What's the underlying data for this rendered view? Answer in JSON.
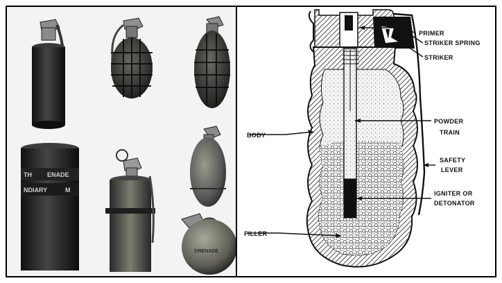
{
  "photos": {
    "canister_label_line1": "ENADE",
    "canister_label_line2": "NDIARY",
    "canister_label_line1_prefix": "TH",
    "canister_label_line2_suffix": "M",
    "ball_grenade_label": "GRENADE"
  },
  "diagram": {
    "labels": {
      "primer": "PRIMER",
      "striker_spring": "STRIKER SPRING",
      "striker": "STRIKER",
      "powder": "POWDER",
      "train": "TRAIN",
      "body": "BODY",
      "safety": "SAFETY",
      "lever": "LEVER",
      "igniter_or": "IGNITER OR",
      "detonator": "DETONATOR",
      "filler": "FILLER"
    }
  },
  "colors": {
    "ink": "#111111",
    "metal_dark": "#2a2a2a",
    "metal_mid": "#6b6b6b",
    "metal_light": "#bdbdbd",
    "olive": "#7a7a6a"
  }
}
